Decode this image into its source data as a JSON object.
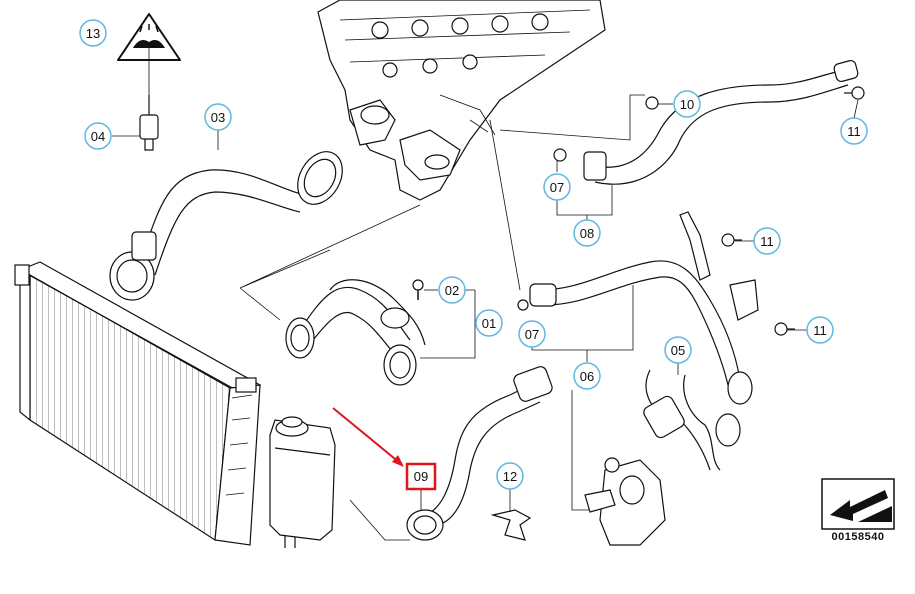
{
  "colors": {
    "callout_circle": "#5fb8e0",
    "highlight_box": "#e0161e",
    "arrow": "#e0161e",
    "line": "#000000"
  },
  "callouts": [
    {
      "id": "13",
      "label": "13"
    },
    {
      "id": "04",
      "label": "04"
    },
    {
      "id": "03",
      "label": "03"
    },
    {
      "id": "10",
      "label": "10"
    },
    {
      "id": "11a",
      "label": "11"
    },
    {
      "id": "07a",
      "label": "07"
    },
    {
      "id": "08",
      "label": "08"
    },
    {
      "id": "11b",
      "label": "11"
    },
    {
      "id": "02",
      "label": "02"
    },
    {
      "id": "01",
      "label": "01"
    },
    {
      "id": "07b",
      "label": "07"
    },
    {
      "id": "11c",
      "label": "11"
    },
    {
      "id": "05",
      "label": "05"
    },
    {
      "id": "06",
      "label": "06"
    },
    {
      "id": "12",
      "label": "12"
    }
  ],
  "highlighted_part": {
    "label": "09"
  },
  "reference_code": "00158540",
  "icons": [
    "hot-coolant-warning-icon",
    "direction-arrow-icon"
  ]
}
